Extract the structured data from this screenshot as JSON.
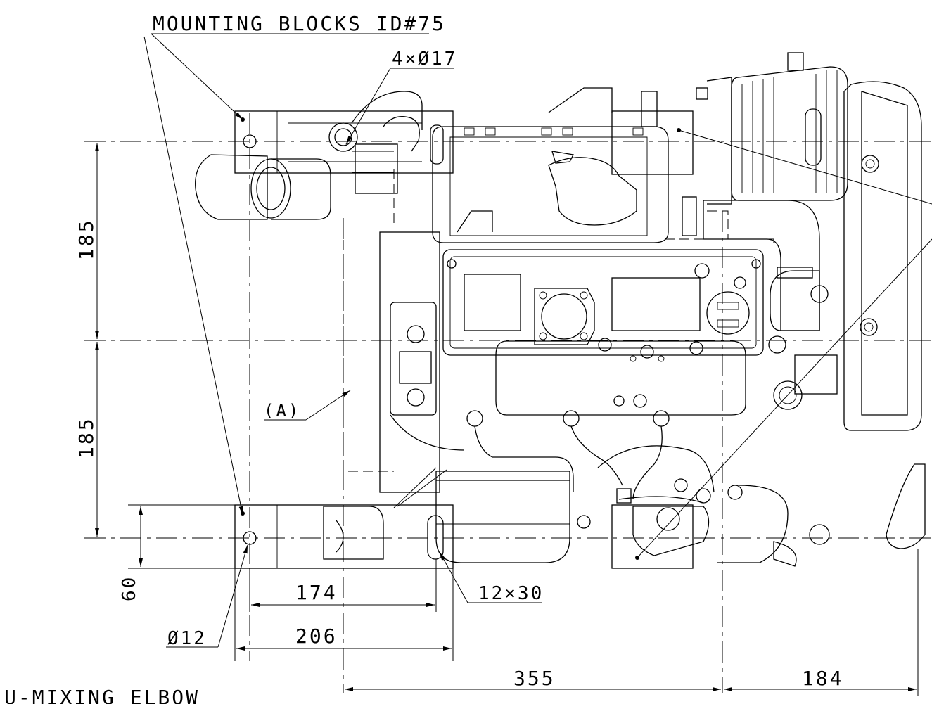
{
  "labels": {
    "mounting_blocks": "MOUNTING BLOCKS ID#75",
    "hole_4x17": "4×Ø17",
    "section_a": "(A)",
    "slot_12x30": "12×30",
    "hole_12": "Ø12",
    "mixing_elbow": "U-MIXING ELBOW"
  },
  "dimensions": {
    "upper_height": "185",
    "lower_height": "185",
    "foot_height": "60",
    "inner_width": "174",
    "outer_width": "206",
    "engine_length": "355",
    "rear_length": "184"
  },
  "colors": {
    "line": "#000000",
    "background": "#ffffff"
  }
}
